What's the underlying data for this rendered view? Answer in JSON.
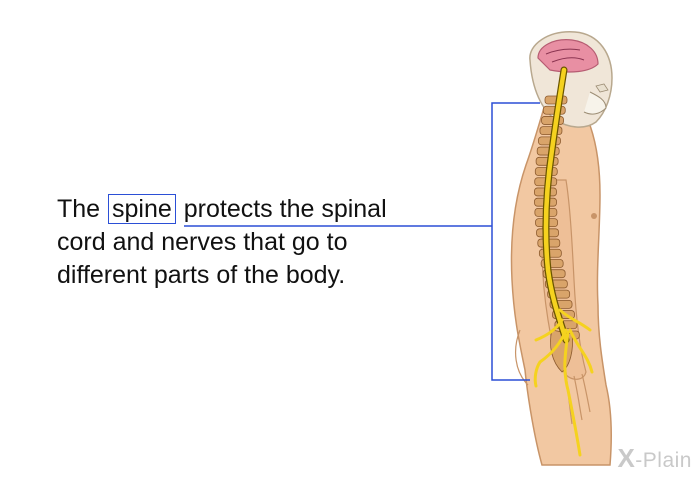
{
  "caption": {
    "before": "The ",
    "highlight": "spine",
    "after": " protects the spinal cord and nerves that go to different parts of the body."
  },
  "watermark": {
    "x": "X",
    "text": "-Plain"
  },
  "colors": {
    "callout": "#2b4fd6",
    "skin": "#f2c8a2",
    "nerve": "#f5d21f",
    "vertebra": "#d9a46a"
  }
}
